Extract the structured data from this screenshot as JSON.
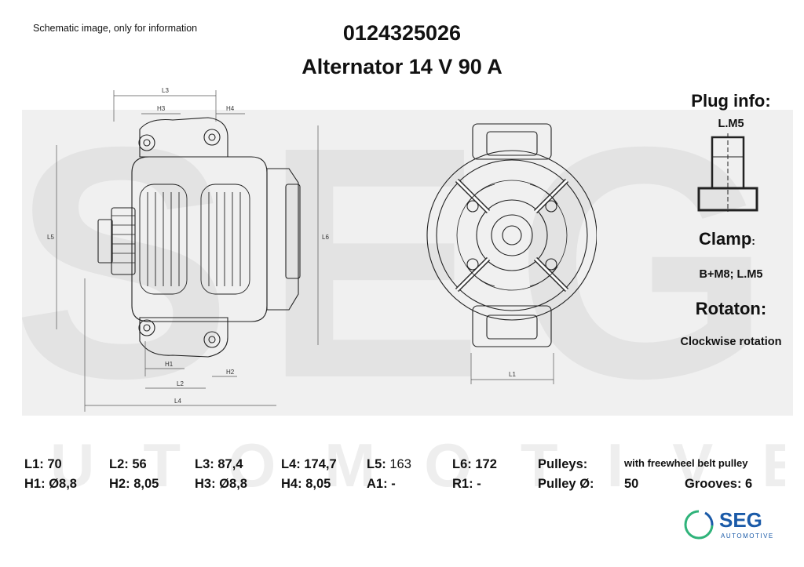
{
  "header": {
    "note": "Schematic image, only for information",
    "part_number": "0124325026",
    "title": "Alternator 14 V 90 A"
  },
  "drawing_labels": {
    "L1": "L1",
    "L2": "L2",
    "L3": "L3",
    "L4": "L4",
    "L5": "L5",
    "L6": "L6",
    "H1": "H1",
    "H2": "H2",
    "H3": "H3",
    "H4": "H4"
  },
  "sidebar": {
    "plug_heading": "Plug info:",
    "plug_value": "L.M5",
    "clamp_heading": "Clamp",
    "clamp_colon": ":",
    "clamp_value": "B+M8; L.M5",
    "rotation_heading": "Rotaton:",
    "rotation_value": "Clockwise rotation"
  },
  "specs": {
    "L1": {
      "label": "L1:",
      "value": "70"
    },
    "L2": {
      "label": "L2:",
      "value": "56"
    },
    "L3": {
      "label": "L3:",
      "value": "87,4"
    },
    "L4": {
      "label": "L4:",
      "value": "174,7"
    },
    "L5": {
      "label": "L5:",
      "value": "163"
    },
    "L6": {
      "label": "L6:",
      "value": "172"
    },
    "H1": {
      "label": "H1:",
      "value": "Ø8,8"
    },
    "H2": {
      "label": "H2:",
      "value": "8,05"
    },
    "H3": {
      "label": "H3:",
      "value": "Ø8,8"
    },
    "H4": {
      "label": "H4:",
      "value": "8,05"
    },
    "A1": {
      "label": "A1:",
      "value": "-"
    },
    "R1": {
      "label": "R1:",
      "value": "-"
    },
    "pulleys_label": "Pulleys:",
    "pulleys_value": "with freewheel belt pulley",
    "pulley_d_label": "Pulley Ø:",
    "pulley_d_value": "50",
    "grooves_label": "Grooves:",
    "grooves_value": "6"
  },
  "logo": {
    "brand": "SEG",
    "sub": "AUTOMOTIVE",
    "watermark_big": "SEG",
    "watermark_sub": "AUTOMOTIVE",
    "color": "#1a5aa8",
    "accent": "#2fb37a"
  }
}
